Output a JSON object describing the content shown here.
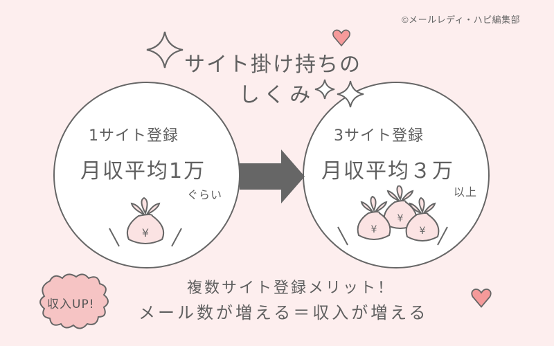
{
  "credit": "©メールレディ・ハピ編集部",
  "title": {
    "line1": "サイト掛け持ちの",
    "line2": "しくみ"
  },
  "left_circle": {
    "subtitle": "1サイト登録",
    "headline": "月収平均1万",
    "note": "ぐらい",
    "icon": "money-bag-yen-icon",
    "bag_count": 1
  },
  "arrow": {
    "icon": "arrow-right-icon",
    "color": "#666666"
  },
  "right_circle": {
    "subtitle": "3サイト登録",
    "headline": "月収平均３万",
    "note": "以上",
    "icon": "money-bag-yen-icon",
    "bag_count": 3
  },
  "badge": {
    "label": "収入UP!",
    "color": "#f6c4c4"
  },
  "bottom": {
    "line1": "複数サイト登録メリット！",
    "line2": "メール数が増える＝収入が増える"
  },
  "colors": {
    "background": "#fdeeee",
    "circle_fill": "#ffffff",
    "stroke": "#666666",
    "heart": "#f08a8a",
    "bag_fill": "#fbe3e3"
  }
}
